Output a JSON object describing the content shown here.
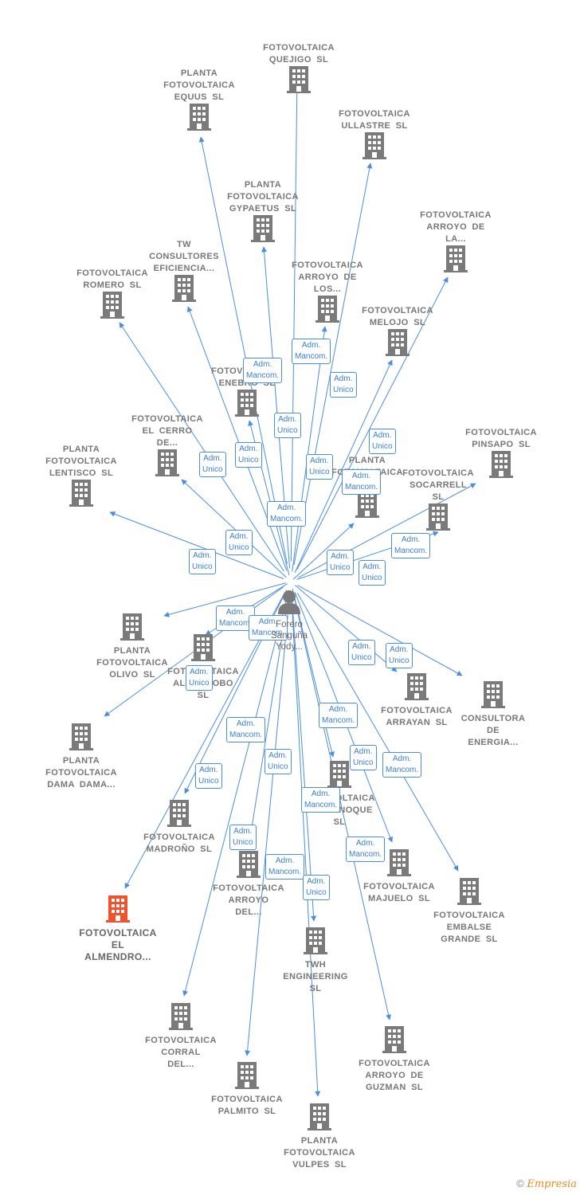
{
  "colors": {
    "edge": "#4a8fdc",
    "node": "#7a7a7a",
    "focus": "#f0522e",
    "badge_text": "#3b7fcf"
  },
  "center": {
    "label": "Forero\nSanguña\nYody..."
  },
  "nodes": [
    {
      "id": "quejigo",
      "label": "FOTOVOLTAICA\nQUEJIGO  SL"
    },
    {
      "id": "equus",
      "label": "PLANTA\nFOTOVOLTAICA\nEQUUS  SL"
    },
    {
      "id": "ullastre",
      "label": "FOTOVOLTAICA\nULLASTRE  SL"
    },
    {
      "id": "gypaetus",
      "label": "PLANTA\nFOTOVOLTAICA\nGYPAETUS  SL"
    },
    {
      "id": "arroyo_la",
      "label": "FOTOVOLTAICA\nARROYO DE\nLA..."
    },
    {
      "id": "tw",
      "label": "TW\nCONSULTORES\nEFICIENCIA..."
    },
    {
      "id": "romero",
      "label": "FOTOVOLTAICA\nROMERO  SL"
    },
    {
      "id": "arroyo_los",
      "label": "FOTOVOLTAICA\nARROYO DE\nLOS..."
    },
    {
      "id": "melojo",
      "label": "FOTOVOLTAICA\nMELOJO  SL"
    },
    {
      "id": "enebro",
      "label": "FOTOVOLTAICA\nENEBRO  SL"
    },
    {
      "id": "cerro",
      "label": "FOTOVOLTAICA\nEL CERRO\nDE..."
    },
    {
      "id": "pinsapo",
      "label": "FOTOVOLTAICA\nPINSAPO  SL"
    },
    {
      "id": "lentisco",
      "label": "PLANTA\nFOTOVOLTAICA\nLENTISCO  SL"
    },
    {
      "id": "planta_sl",
      "label": "PLANTA\nFOTOVOLTAICA\nSL"
    },
    {
      "id": "socarrell",
      "label": "FOTOVOLTAICA\nSOCARRELL\nSL"
    },
    {
      "id": "olivo",
      "label": "PLANTA\nFOTOVOLTAICA\nOLIVO  SL"
    },
    {
      "id": "algarrobo",
      "label": "FOTOVOLTAICA\nALGARROBO\nSL"
    },
    {
      "id": "arrayan",
      "label": "FOTOVOLTAICA\nARRAYAN  SL"
    },
    {
      "id": "consultora",
      "label": "CONSULTORA\nDE\nENERGIA..."
    },
    {
      "id": "dama",
      "label": "PLANTA\nFOTOVOLTAICA\nDAMA DAMA..."
    },
    {
      "id": "alcornoque",
      "label": "FOTOVOLTAICA\nALCORNOQUE\nSL"
    },
    {
      "id": "madrono",
      "label": "FOTOVOLTAICA\nMADROÑO  SL"
    },
    {
      "id": "majuelo",
      "label": "FOTOVOLTAICA\nMAJUELO  SL"
    },
    {
      "id": "arroyo_del",
      "label": "FOTOVOLTAICA\nARROYO\nDEL..."
    },
    {
      "id": "embalse",
      "label": "FOTOVOLTAICA\nEMBALSE\nGRANDE  SL"
    },
    {
      "id": "almendro",
      "label": "FOTOVOLTAICA\nEL\nALMENDRO...",
      "focus": true
    },
    {
      "id": "twh",
      "label": "TWH\nENGINEERING\nSL"
    },
    {
      "id": "corral",
      "label": "FOTOVOLTAICA\nCORRAL\nDEL..."
    },
    {
      "id": "guzman",
      "label": "FOTOVOLTAICA\nARROYO DE\nGUZMAN  SL"
    },
    {
      "id": "palmito",
      "label": "FOTOVOLTAICA\nPALMITO  SL"
    },
    {
      "id": "vulpes",
      "label": "PLANTA\nFOTOVOLTAICA\nVULPES  SL"
    }
  ],
  "badges": [
    "Adm.\nMancom.",
    "Adm.\nMancom.",
    "Adm.\nUnico",
    "Adm.\nUnico",
    "Adm.\nUnico",
    "Adm.\nUnico",
    "Adm.\nUnico",
    "Adm.\nUnico",
    "Adm.\nMancom.",
    "Adm.\nMancom.",
    "Adm.\nUnico",
    "Adm.\nUnico",
    "Adm.\nMancom.",
    "Adm.\nUnico",
    "Adm.\nUnico",
    "Adm.\nMancom.",
    "Adm.\nMancom.",
    "Adm.\nUnico",
    "Adm.\nUnico",
    "Adm.\nMancom.",
    "Adm.\nMancom.",
    "Adm.\nUnico",
    "Adm.\nUnico",
    "Adm.\nMancom.",
    "Adm.\nMancom.",
    "Adm.\nUnico",
    "Adm.\nMancom.",
    "Adm.\nUnico",
    "Adm.\nMancom.",
    "Adm.\nUnico",
    "Adm.\nUnico"
  ],
  "footer": {
    "copyright": "©",
    "brand": "Empresia"
  }
}
